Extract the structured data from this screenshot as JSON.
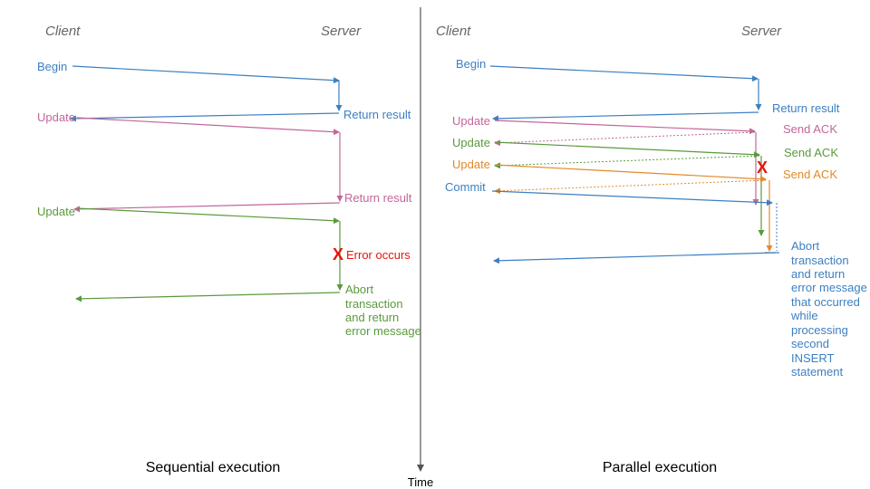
{
  "colors": {
    "blue": "#3d7fc1",
    "pink": "#c2679a",
    "green": "#5a9a3c",
    "orange": "#e28a2b",
    "red": "#e8140c",
    "axis": "#555555"
  },
  "sequential": {
    "client_label": "Client",
    "server_label": "Server",
    "caption": "Sequential execution",
    "begin": "Begin",
    "update1": "Update",
    "return_result1": "Return result",
    "return_result2": "Return result",
    "update2": "Update",
    "error_mark": "X",
    "error_text": "Error occurs",
    "abort_lines": [
      "Abort",
      "transaction",
      "and return",
      "error message"
    ]
  },
  "parallel": {
    "client_label": "Client",
    "server_label": "Server",
    "caption": "Parallel execution",
    "begin": "Begin",
    "return_result": "Return result",
    "update1": "Update",
    "update2": "Update",
    "update3": "Update",
    "commit": "Commit",
    "ack1": "Send ACK",
    "ack2": "Send ACK",
    "ack3": "Send ACK",
    "error_mark": "X",
    "abort_lines": [
      "Abort",
      "transaction",
      "and return",
      "error message",
      "that occurred",
      "while",
      "processing",
      "second",
      "INSERT",
      "statement"
    ]
  },
  "time_label": "Time"
}
